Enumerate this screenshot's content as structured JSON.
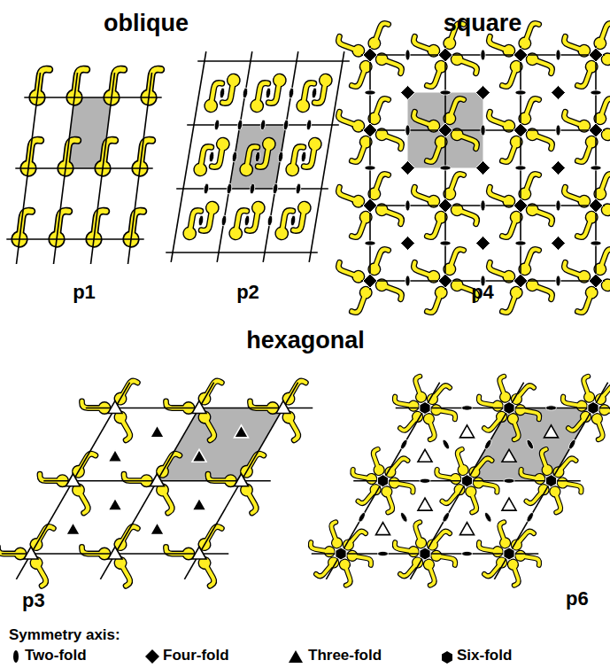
{
  "diagram": {
    "labels": [
      "oblique",
      "square",
      "p1",
      "p2",
      "p4",
      "hexagonal",
      "p3",
      "p6",
      "Symmetry axis:"
    ],
    "legend": [
      {
        "text": "Two-fold"
      },
      {
        "text": "Four-fold"
      },
      {
        "text": "Three-fold"
      },
      {
        "text": "Six-fold"
      }
    ]
  }
}
